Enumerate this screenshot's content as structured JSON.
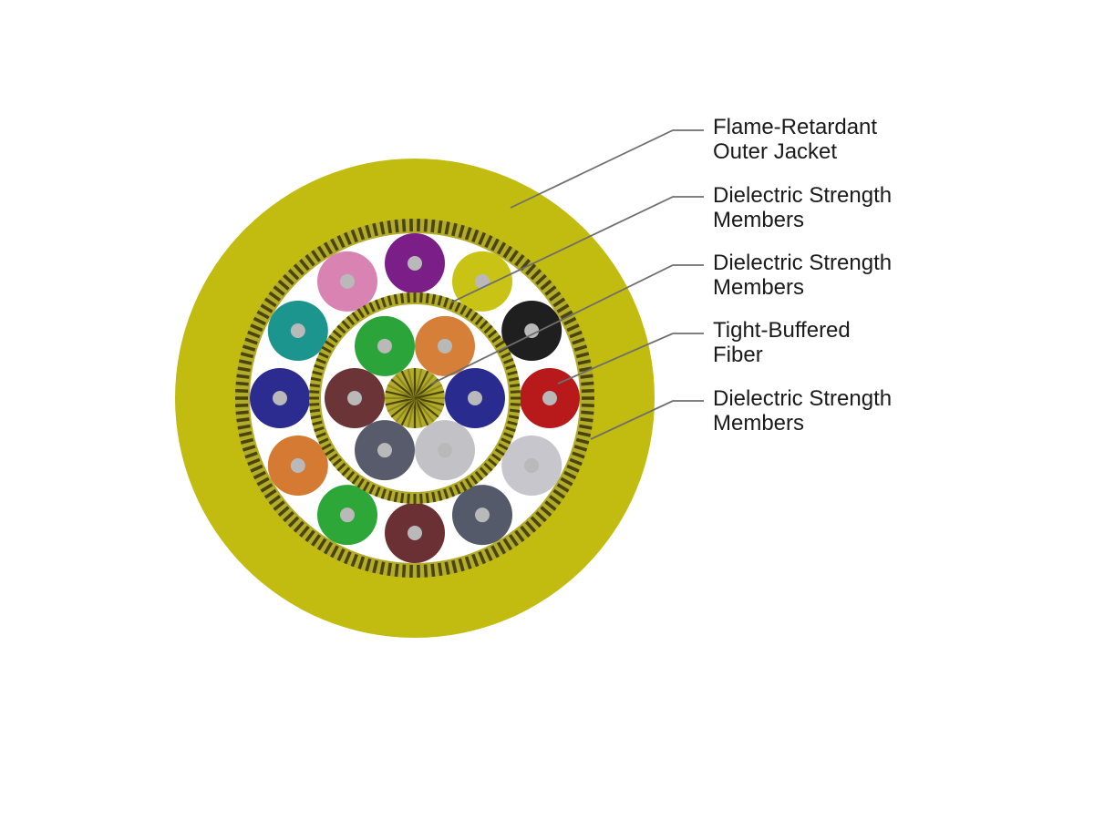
{
  "colors": {
    "jacket": "#c2bc10",
    "strength_member_dark": "#4a4508",
    "strength_member_light": "#b3ab2a",
    "fiber_core": "#b9b9b9",
    "background": "#ffffff",
    "leader_line": "#6e6e6e"
  },
  "outer_ring_fiber_colors": [
    "#7b1e87",
    "#c9c315",
    "#1f1f1f",
    "#b81a1c",
    "#c6c6cc",
    "#555a6a",
    "#6b3034",
    "#2da838",
    "#d57a32",
    "#2b2b90",
    "#1c958f",
    "#d983b2"
  ],
  "inner_ring_fiber_colors": [
    "#d67f38",
    "#2a2b8f",
    "#c1c1c6",
    "#575b6b",
    "#6b3436",
    "#2ba539"
  ],
  "callouts": [
    {
      "line1": "Flame-Retardant",
      "line2": "Outer Jacket"
    },
    {
      "line1": "Dielectric Strength",
      "line2": "Members"
    },
    {
      "line1": "Dielectric Strength",
      "line2": "Members"
    },
    {
      "line1": "Tight-Buffered",
      "line2": "Fiber"
    },
    {
      "line1": "Dielectric Strength",
      "line2": "Members"
    }
  ]
}
